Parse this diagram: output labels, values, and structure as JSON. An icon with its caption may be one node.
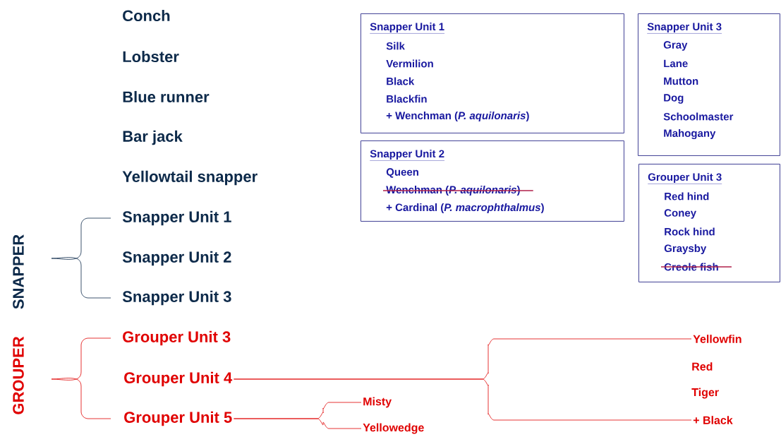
{
  "diagram": {
    "nodes": [
      {
        "text": [
          "Snapper Unit 1",
          "Silk",
          "Vermilion",
          "Black",
          "Blackfin",
          "+ Wenchman (*P. aquilonaris*)"
        ]
      },
      {
        "text": [
          "Snapper Unit 3",
          "Gray",
          "Lane",
          "Mutton",
          "Dog",
          "Schoolmaster",
          "Mahogany"
        ]
      },
      {
        "text": [
          "Snapper Unit 2",
          "Queen",
          "Wenchman (*P. aquilonaris*)",
          "+ Cardinal (*P. macrophthalmus*)"
        ]
      },
      {
        "text": [
          "Grouper Unit 3",
          "Red hind",
          "Coney",
          "Rock hind",
          "Graysby",
          "Creole fish"
        ]
      },
      {
        "text": [
          "Grouper Unit 4"
        ]
      },
      {
        "text": [
          "Grouper Unit 5"
        ]
      },
      {
        "text": [
          "Yellowfin"
        ]
      },
      {
        "text": [
          "+ Black"
        ]
      },
      {
        "text": [
          "Misty"
        ]
      },
      {
        "text": [
          "Yellowedge"
        ]
      }
    ],
    "edges": [
      {
        "from": 4,
        "to": 6,
        "arrow": "none"
      },
      {
        "from": 4,
        "to": 7,
        "arrow": "none"
      },
      {
        "from": 5,
        "to": 8,
        "arrow": "none"
      },
      {
        "from": 5,
        "to": 9,
        "arrow": "none"
      }
    ],
    "labels": [
      "Conch",
      "Lobster",
      "Blue runner",
      "Bar jack",
      "Yellowtail snapper",
      "Snapper Unit 1",
      "Snapper Unit 2",
      "Snapper Unit 3",
      "Grouper Unit 3",
      "Red",
      "Tiger",
      "SNAPPER",
      "GROUPER"
    ]
  }
}
